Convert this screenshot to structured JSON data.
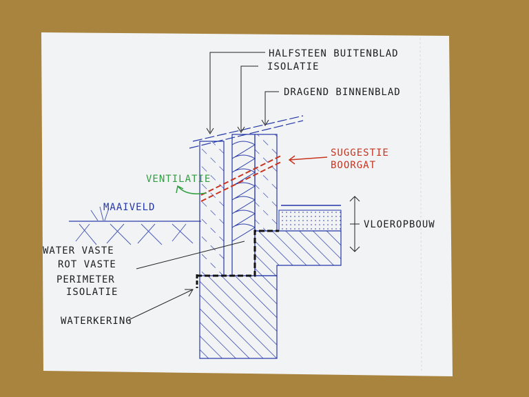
{
  "labels": {
    "outer_leaf": "HALFSTEEN BUITENBLAD",
    "insulation": "ISOLATIE",
    "inner_leaf": "DRAGEND BINNENBLAD",
    "drill_hole_line1": "SUGGESTIE",
    "drill_hole_line2": "BOORGAT",
    "ventilation": "VENTILATIE",
    "ground_level": "MAAIVELD",
    "floor_build_up": "VLOEROPBOUW",
    "perimeter_line1": "WATER VASTE",
    "perimeter_line2": "ROT VASTE",
    "perimeter_line3": "PERIMETER",
    "perimeter_line4": "ISOLATIE",
    "damp_proof": "WATERKERING"
  },
  "colors": {
    "background": "#a9843f",
    "paper": "#f2f3f5",
    "ink_black": "#1d1d1d",
    "ink_blue": "#2336a8",
    "ink_red": "#c8331e",
    "ink_green": "#2f9e3e"
  }
}
